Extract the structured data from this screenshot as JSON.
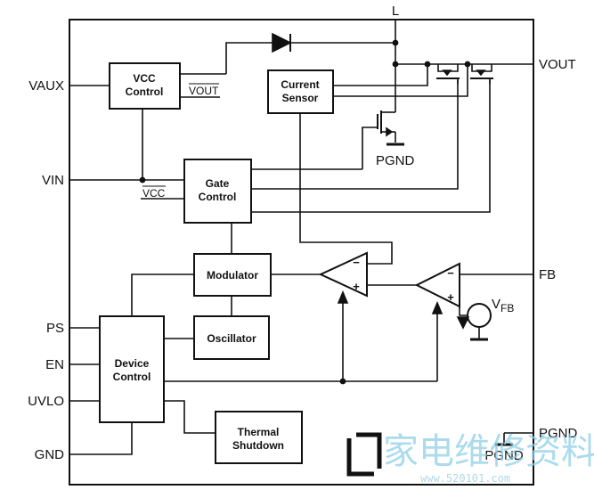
{
  "pins": {
    "l": "L",
    "vout": "VOUT",
    "vaux": "VAUX",
    "vin": "VIN",
    "ps": "PS",
    "en": "EN",
    "uvlo": "UVLO",
    "gnd": "GND",
    "fb": "FB",
    "pgnd_right": "PGND",
    "pgnd_bottom": "PGND"
  },
  "blocks": {
    "vcc_control": [
      "VCC",
      "Control"
    ],
    "current_sensor": [
      "Current",
      "Sensor"
    ],
    "gate_control": [
      "Gate",
      "Control"
    ],
    "modulator": "Modulator",
    "oscillator": "Oscillator",
    "device_control": [
      "Device",
      "Control"
    ],
    "thermal_shutdown": [
      "Thermal",
      "Shutdown"
    ]
  },
  "net_labels": {
    "vout_small": "VOUT",
    "vcc_small": "VCC",
    "pgnd_mosfet": "PGND",
    "vfb_main": "V",
    "vfb_sub": "FB"
  },
  "comparators": {
    "minus": "−",
    "plus": "+"
  },
  "watermark": {
    "text": "家电维修资料网",
    "url": "www.520101.com"
  }
}
